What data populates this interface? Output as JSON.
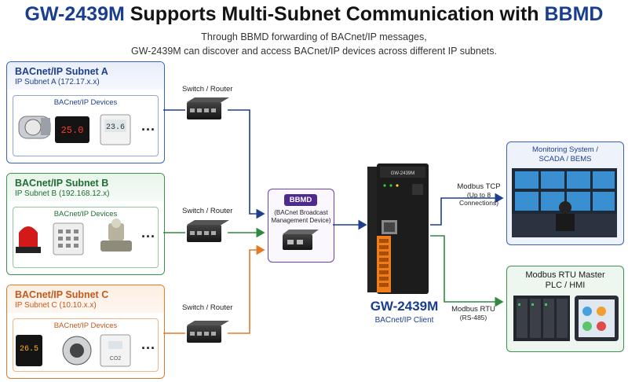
{
  "title": {
    "gw": "GW-2439M",
    "middle": " Supports Multi-Subnet Communication with ",
    "bbmd": "BBMD"
  },
  "subtitle": {
    "line1": "Through BBMD forwarding of BACnet/IP messages,",
    "line2": "GW-2439M can discover and access BACnet/IP devices across different IP subnets."
  },
  "subnets": [
    {
      "title": "BACnet/IP Subnet A",
      "subnet": "IP Subnet A (172.17.x.x)",
      "devices_label": "BACnet/IP Devices",
      "display_value": "25.0",
      "thermo_value": "23.6",
      "color": "#3a62b8"
    },
    {
      "title": "BACnet/IP Subnet B",
      "subnet": "IP Subnet B (192.168.12.x)",
      "devices_label": "BACnet/IP Devices",
      "color": "#3e9350"
    },
    {
      "title": "BACnet/IP Subnet C",
      "subnet": "IP Subnet C (10.10.x.x)",
      "devices_label": "BACnet/IP Devices",
      "display_value": "26.5",
      "sensor_text": "CO2",
      "color": "#e07b2a"
    }
  ],
  "ellipsis": "...",
  "switch_label": "Switch / Router",
  "bbmd": {
    "badge": "BBMD",
    "desc_line1": "(BACnet Broadcast",
    "desc_line2": "Management Device)",
    "color": "#4e2a8e"
  },
  "gateway": {
    "name": "GW-2439M",
    "role": "BACnet/IP Client",
    "device_label": "GW-2439M"
  },
  "modbus_tcp": {
    "label": "Modbus TCP",
    "detail": "(Up to 8 Connections)"
  },
  "modbus_rtu": {
    "label": "Modbus RTU",
    "detail": "(RS-485)"
  },
  "monitoring": {
    "line1": "Monitoring System /",
    "line2": "SCADA / BEMS"
  },
  "rtu_master": {
    "line1": "Modbus RTU Master",
    "line2": "PLC / HMI"
  }
}
